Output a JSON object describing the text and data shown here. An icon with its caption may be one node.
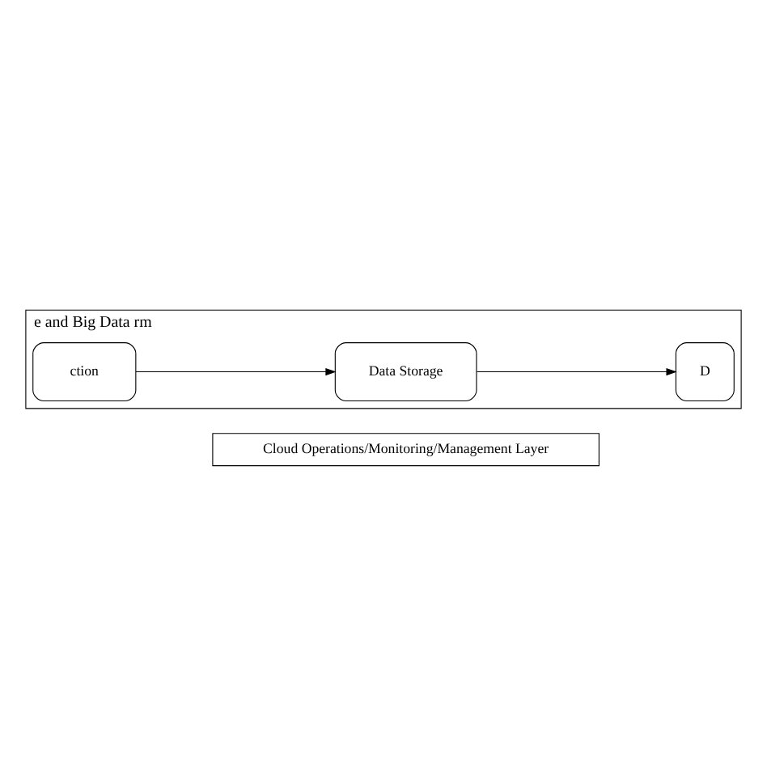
{
  "diagram": {
    "nodes": [
      {
        "text": [
          "e and Big Data rm"
        ]
      },
      {
        "text": [
          "ction"
        ],
        "in": 0
      },
      {
        "text": [
          "Data Storage"
        ],
        "in": 0
      },
      {
        "text": [
          "D"
        ],
        "in": 0
      },
      {
        "text": [
          "Cloud Operations/Monitoring/Management Layer"
        ]
      }
    ],
    "edges": [
      {
        "from": 1,
        "to": 2,
        "arrow": "to"
      },
      {
        "from": 2,
        "to": 3,
        "arrow": "to"
      }
    ]
  }
}
